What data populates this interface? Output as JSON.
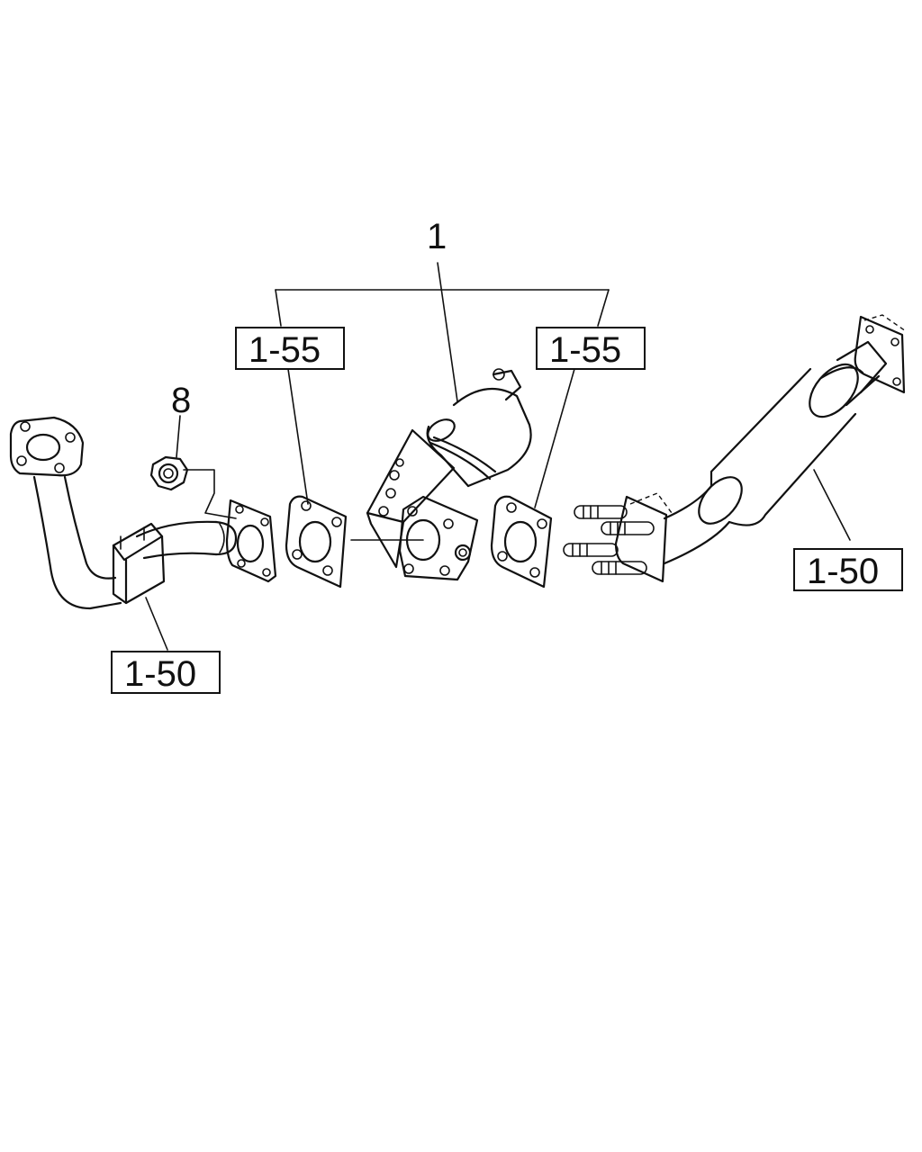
{
  "labels": {
    "part_main": "1",
    "part_nut": "8",
    "ref_gasket_left": "1-55",
    "ref_gasket_right": "1-55",
    "ref_pipe_front": "1-50",
    "ref_pipe_rear": "1-50"
  }
}
